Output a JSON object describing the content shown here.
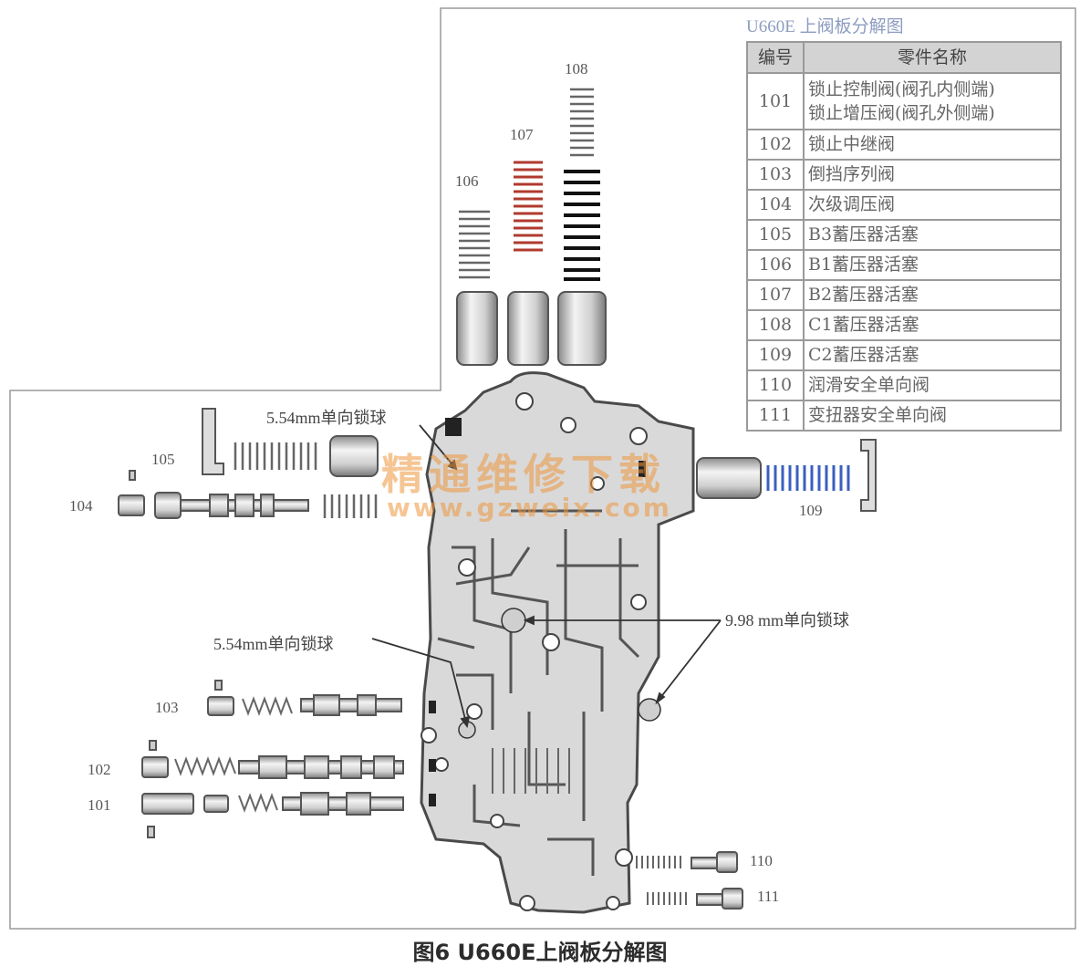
{
  "caption": "图6 U660E上阀板分解图",
  "table": {
    "title": "U660E 上阀板分解图",
    "headers": {
      "no": "编号",
      "name": "零件名称"
    },
    "rows": [
      {
        "no": "101",
        "name": "锁止控制阀(阀孔内侧端)",
        "name2": "锁止增压阀(阀孔外侧端)"
      },
      {
        "no": "102",
        "name": "锁止中继阀"
      },
      {
        "no": "103",
        "name": "倒挡序列阀"
      },
      {
        "no": "104",
        "name": "次级调压阀"
      },
      {
        "no": "105",
        "name": "B3蓄压器活塞"
      },
      {
        "no": "106",
        "name": "B1蓄压器活塞"
      },
      {
        "no": "107",
        "name": "B2蓄压器活塞"
      },
      {
        "no": "108",
        "name": "C1蓄压器活塞"
      },
      {
        "no": "109",
        "name": "C2蓄压器活塞"
      },
      {
        "no": "110",
        "name": "润滑安全单向阀"
      },
      {
        "no": "111",
        "name": "变扭器安全单向阀"
      }
    ]
  },
  "labels": {
    "l101": "101",
    "l102": "102",
    "l103": "103",
    "l104": "104",
    "l105": "105",
    "l106": "106",
    "l107": "107",
    "l108": "108",
    "l109": "109",
    "l110": "110",
    "l111": "111"
  },
  "callouts": {
    "ball_top": "5.54mm单向锁球",
    "ball_mid": "5.54mm单向锁球",
    "ball_big": "9.98 mm单向锁球"
  },
  "watermark": {
    "cn": "精通维修下载",
    "url": "www.gzweix.com"
  },
  "colors": {
    "frame": "#9a9a9a",
    "table_title": "#8d9cc0",
    "spring_red": "#b03a2e",
    "spring_blue": "#3a5fc0",
    "watermark": "#ec963c"
  }
}
